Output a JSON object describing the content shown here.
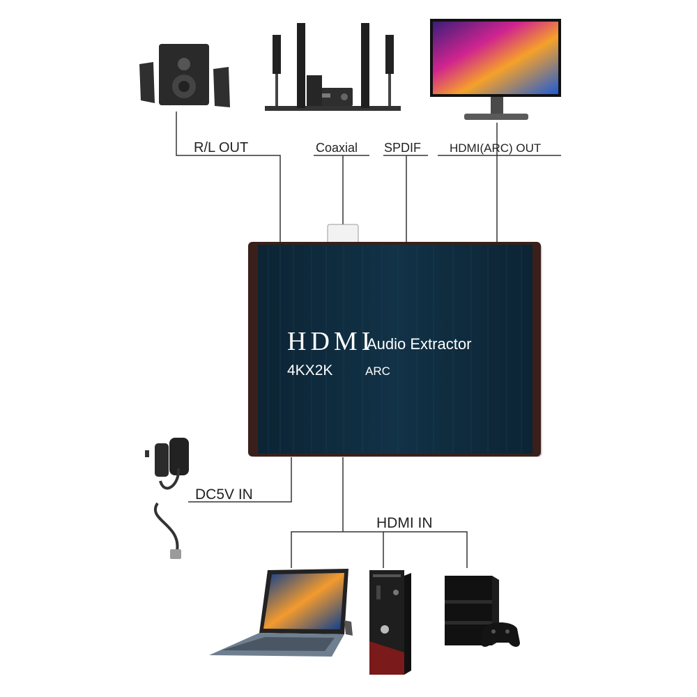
{
  "device": {
    "title_main": "HDMI",
    "title_sub": "Audio Extractor",
    "resolution": "4KX2K",
    "mode": "ARC"
  },
  "labels": {
    "rl_out": "R/L OUT",
    "coaxial": "Coaxial",
    "spdif": "SPDIF",
    "hdmi_arc_out": "HDMI(ARC) OUT",
    "dc5v_in": "DC5V IN",
    "hdmi_in": "HDMI IN"
  },
  "colors": {
    "device_panel": "#0f2a3b",
    "device_edge": "#3a1f1a",
    "line": "#333333"
  }
}
